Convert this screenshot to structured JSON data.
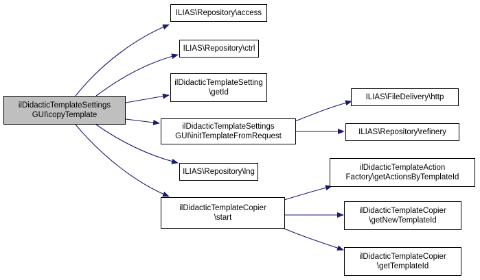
{
  "diagram": {
    "root": {
      "line1": "ilDidacticTemplateSettings",
      "line2": "GUI\\copyTemplate"
    },
    "nodes": {
      "access": {
        "line1": "ILIAS\\Repository\\access"
      },
      "ctrl": {
        "line1": "ILIAS\\Repository\\ctrl"
      },
      "getid": {
        "line1": "ilDidacticTemplateSetting",
        "line2": "\\getId"
      },
      "init": {
        "line1": "ilDidacticTemplateSettings",
        "line2": "GUI\\initTemplateFromRequest"
      },
      "http": {
        "line1": "ILIAS\\FileDelivery\\http"
      },
      "refinery": {
        "line1": "ILIAS\\Repository\\refinery"
      },
      "lng": {
        "line1": "ILIAS\\Repository\\lng"
      },
      "start": {
        "line1": "ilDidacticTemplateCopier",
        "line2": "\\start"
      },
      "actions": {
        "line1": "ilDidacticTemplateAction",
        "line2": "Factory\\getActionsByTemplateId"
      },
      "newid": {
        "line1": "ilDidacticTemplateCopier",
        "line2": "\\getNewTemplateId"
      },
      "tplid": {
        "line1": "ilDidacticTemplateCopier",
        "line2": "\\getTemplateId"
      }
    },
    "edge_color": "#191970"
  }
}
